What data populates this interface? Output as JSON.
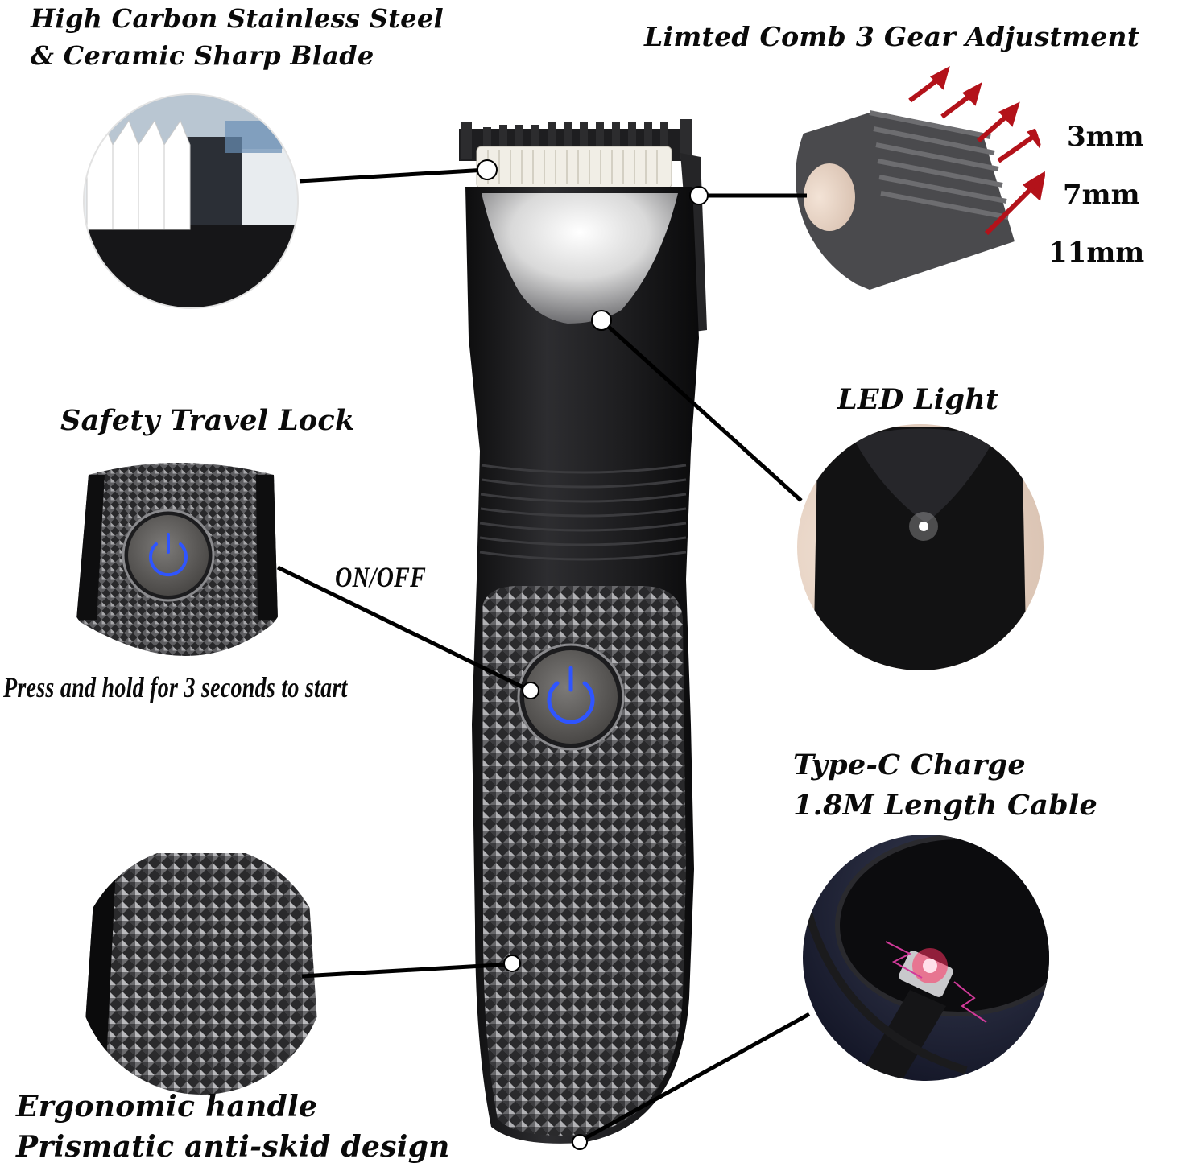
{
  "page": {
    "kind": "product feature infographic",
    "product": "body hair trimmer",
    "colors": {
      "background": "#ffffff",
      "text": "#0a0a0a",
      "device_body": "#1f1f21",
      "power_ring": "#2f55ff",
      "adjust_arrows": "#b3121a",
      "charge_glow": "#ff3060"
    }
  },
  "callouts": {
    "blade": {
      "line1": "High Carbon Stainless Steel",
      "line2": "& Ceramic Sharp Blade",
      "icon": "blade-closeup"
    },
    "comb": {
      "title": "Limted Comb 3 Gear Adjustment",
      "icon": "guide-comb-closeup",
      "lengths": [
        "3mm",
        "7mm",
        "11mm"
      ]
    },
    "led": {
      "title": "LED Light",
      "icon": "led-closeup"
    },
    "lock": {
      "title": "Safety Travel Lock",
      "icon": "power-button-closeup"
    },
    "power": {
      "title": "ON/OFF",
      "instruction": "Press and hold for 3 seconds to start",
      "icon": "power-icon"
    },
    "charge": {
      "line1": "Type-C Charge",
      "line2": "1.8M Length Cable",
      "icon": "usb-c-closeup"
    },
    "handle": {
      "line1": "Ergonomic handle",
      "line2": "Prismatic anti-skid design",
      "icon": "handle-texture-closeup"
    }
  }
}
